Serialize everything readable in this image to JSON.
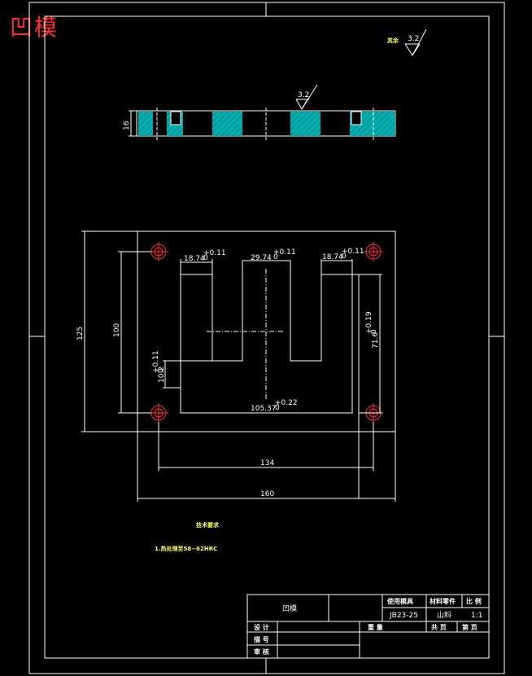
{
  "drawing": {
    "title": "凹模",
    "roughness_other_label": "其余",
    "roughness_other": "3.2",
    "roughness_surface": "3.2",
    "section_thickness": "16"
  },
  "dims": {
    "slot_left": "18.74",
    "slot_left_tol": "+0.11\n0",
    "slot_mid": "29.74",
    "slot_mid_tol": "+0.11\n0",
    "slot_right": "18.74",
    "slot_right_tol": "+0.11\n0",
    "overall_cavity": "105.37",
    "overall_cavity_tol": "+0.22\n0",
    "height_right": "71.6",
    "height_right_tol": "+0.19\n0",
    "height_small": "10.2",
    "height_small_tol": "+0.11\n0",
    "plate_height": "125",
    "inner_height": "100",
    "hole_pitch": "134",
    "plate_width": "160"
  },
  "notes": {
    "heading": "技术要求",
    "line1": "1.热处理至58~62HRC"
  },
  "title_block": {
    "part_name": "凹模",
    "col1": "使用模具",
    "col2": "材料零件",
    "col3": "比 例",
    "val1": "JB23-25",
    "val2": "山料",
    "val3": "1:1",
    "row_design": "设 计",
    "row_drawn": "描 号",
    "row_check": "审 核",
    "weight": "重 量",
    "total_pages": "共 页",
    "page": "第 页"
  },
  "colors": {
    "line": "#ffffff",
    "hatch": "#00b0b0",
    "title": "#ff2a2a",
    "hole": "#ff3030"
  }
}
